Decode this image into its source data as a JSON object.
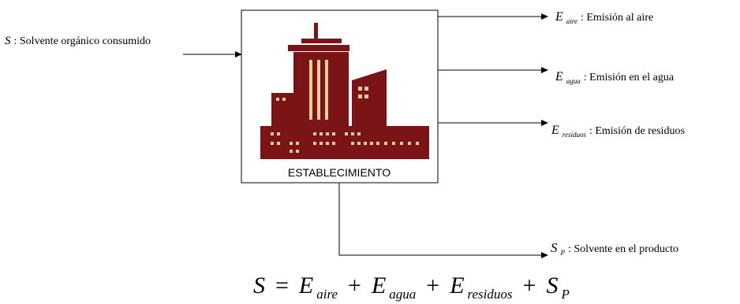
{
  "input": {
    "symbol": "S",
    "label": " : Solvente orgánico consumido"
  },
  "facility": {
    "caption": "ESTABLECIMIENTO",
    "icon": "building-icon",
    "colors": {
      "building": "#7b1416",
      "windows": "#e6cf9a",
      "border": "#000000"
    }
  },
  "outputs": [
    {
      "symbol": "E",
      "subscript": "aire",
      "label": " : Emisión al aire"
    },
    {
      "symbol": "E",
      "subscript": "agua",
      "label": " : Emisión en el agua"
    },
    {
      "symbol": "E",
      "subscript": "residuos",
      "label": " : Emisión de residuos"
    },
    {
      "symbol": "S",
      "subscript": "P",
      "label": " : Solvente en el producto"
    }
  ],
  "equation": {
    "lhs": "S",
    "equals": "=",
    "plus": "+",
    "terms": [
      {
        "symbol": "E",
        "subscript": "aire"
      },
      {
        "symbol": "E",
        "subscript": "agua"
      },
      {
        "symbol": "E",
        "subscript": "residuos"
      },
      {
        "symbol": "S",
        "subscript": "P"
      }
    ]
  }
}
